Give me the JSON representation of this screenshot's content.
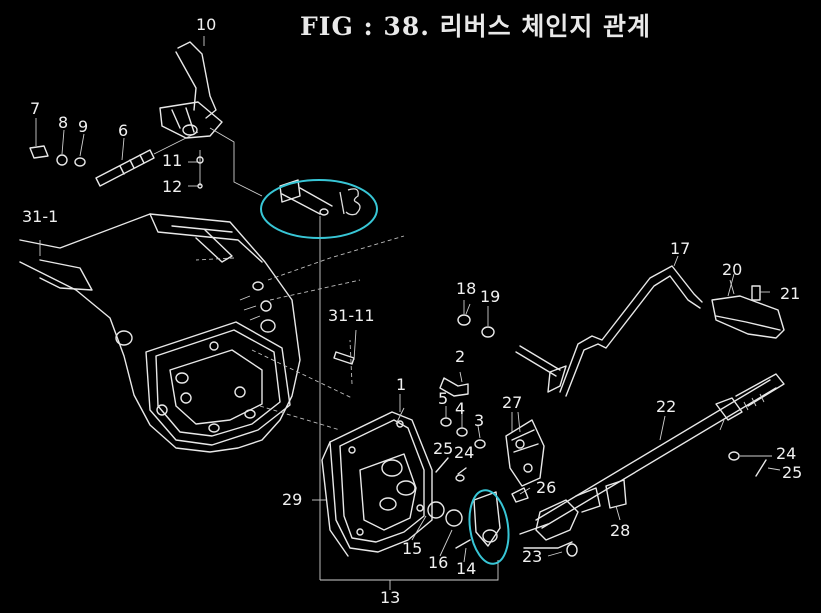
{
  "figure": {
    "title": "FIG : 38.  리버스 체인지 관계"
  },
  "highlight_color": "#38c6d6",
  "callouts": [
    {
      "id": "c10",
      "text": "10"
    },
    {
      "id": "c7",
      "text": "7"
    },
    {
      "id": "c8",
      "text": "8"
    },
    {
      "id": "c9",
      "text": "9"
    },
    {
      "id": "c6",
      "text": "6"
    },
    {
      "id": "c11",
      "text": "11"
    },
    {
      "id": "c12",
      "text": "12"
    },
    {
      "id": "c31_1",
      "text": "31-1"
    },
    {
      "id": "c31_11",
      "text": "31-11"
    },
    {
      "id": "c18",
      "text": "18"
    },
    {
      "id": "c19",
      "text": "19"
    },
    {
      "id": "c17",
      "text": "17"
    },
    {
      "id": "c20",
      "text": "20"
    },
    {
      "id": "c21",
      "text": "21"
    },
    {
      "id": "c2",
      "text": "2"
    },
    {
      "id": "c1",
      "text": "1"
    },
    {
      "id": "c5",
      "text": "5"
    },
    {
      "id": "c4",
      "text": "4"
    },
    {
      "id": "c3",
      "text": "3"
    },
    {
      "id": "c25a",
      "text": "25"
    },
    {
      "id": "c24a",
      "text": "24"
    },
    {
      "id": "c27",
      "text": "27"
    },
    {
      "id": "c22",
      "text": "22"
    },
    {
      "id": "c24b",
      "text": "24"
    },
    {
      "id": "c25b",
      "text": "25"
    },
    {
      "id": "c26",
      "text": "26"
    },
    {
      "id": "c29",
      "text": "29"
    },
    {
      "id": "c15",
      "text": "15"
    },
    {
      "id": "c16",
      "text": "16"
    },
    {
      "id": "c14",
      "text": "14"
    },
    {
      "id": "c28",
      "text": "28"
    },
    {
      "id": "c23",
      "text": "23"
    },
    {
      "id": "c13",
      "text": "13"
    }
  ],
  "handwritten_note": "13"
}
